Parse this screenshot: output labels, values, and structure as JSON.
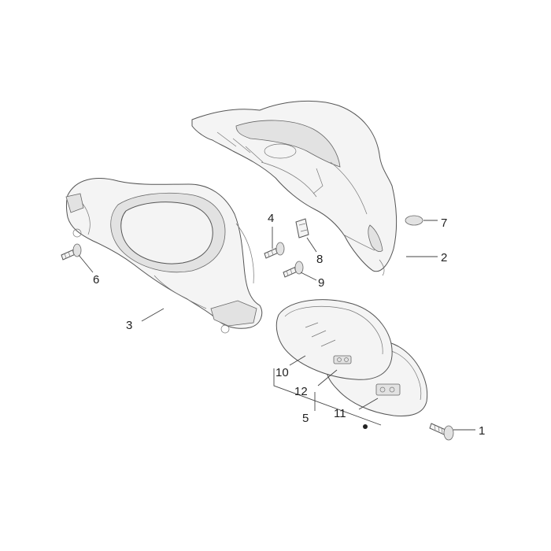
{
  "callouts": {
    "c1": "1",
    "c2": "2",
    "c3": "3",
    "c4": "4",
    "c5": "5",
    "c6": "6",
    "c7": "7",
    "c8": "8",
    "c9": "9",
    "c10": "10",
    "c11": "11",
    "c12": "12"
  },
  "colors": {
    "line": "#555555",
    "fill": "#f4f4f4",
    "text": "#222222"
  }
}
